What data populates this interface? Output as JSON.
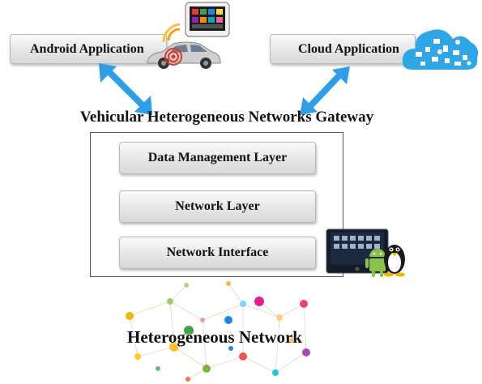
{
  "android_box": {
    "label": "Android Application"
  },
  "cloud_box": {
    "label": "Cloud Application"
  },
  "gateway": {
    "title": "Vehicular Heterogeneous Networks Gateway"
  },
  "layers": [
    {
      "label": "Data Management Layer"
    },
    {
      "label": "Network Layer"
    },
    {
      "label": "Network Interface"
    }
  ],
  "network": {
    "label": "Heterogeneous Network"
  },
  "colors": {
    "arrow": "#2e9ee6",
    "car_red": "#d93a2b",
    "cloud_blue": "#2fa7e6",
    "tablet_dark": "#1e2940",
    "android_green": "#8bc34a"
  },
  "icons": [
    "car-wifi-icon",
    "phone-icon",
    "cloud-icon",
    "tablet-icon",
    "android-robot-icon",
    "linux-penguin-icon",
    "network-graph-icon"
  ]
}
